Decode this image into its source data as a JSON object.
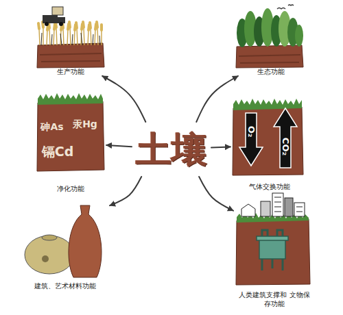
{
  "diagram": {
    "nodes": [
      {
        "text": [
          "土壤"
        ]
      },
      {
        "text": [
          "生产功能"
        ]
      },
      {
        "text": [
          "生态功能"
        ]
      },
      {
        "text": [
          "净化功能"
        ]
      },
      {
        "text": [
          "气体交换功能"
        ]
      },
      {
        "text": [
          "建筑、艺术材料功能"
        ]
      },
      {
        "text": [
          "人类建筑支撑和 文物保存功能"
        ]
      }
    ],
    "edges": [
      {
        "from": 0,
        "to": 1,
        "arrow": "to"
      },
      {
        "from": 0,
        "to": 2,
        "arrow": "to"
      },
      {
        "from": 0,
        "to": 3,
        "arrow": "to"
      },
      {
        "from": 0,
        "to": 4,
        "arrow": "to"
      },
      {
        "from": 0,
        "to": 5,
        "arrow": "to"
      },
      {
        "from": 0,
        "to": 6,
        "arrow": "to"
      }
    ],
    "labels": [
      "砷As",
      "汞Hg",
      "镉Cd",
      "O₂",
      "CO₂"
    ]
  }
}
